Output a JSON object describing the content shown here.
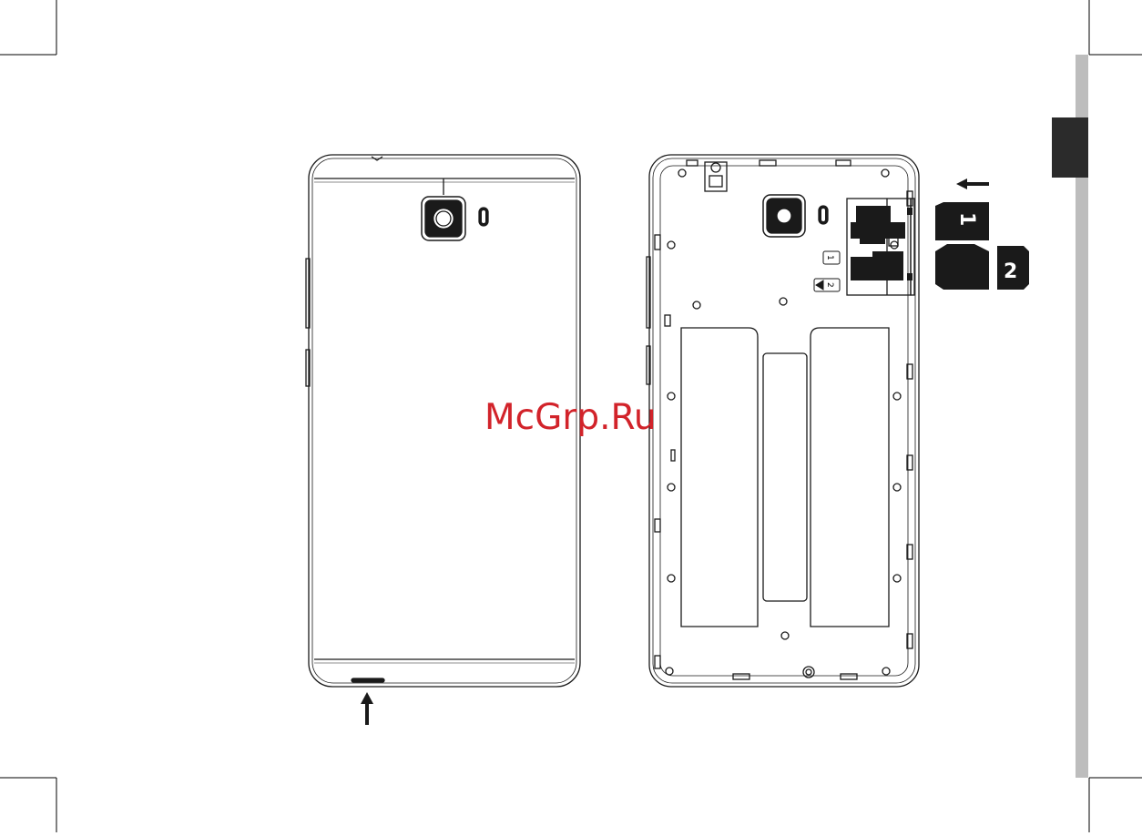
{
  "watermark": "McGrp.Ru",
  "sim_cards": [
    {
      "label": "1"
    },
    {
      "label": "2"
    }
  ],
  "slot_labels": [
    "1",
    "2"
  ],
  "colors": {
    "line": "#1a1a1a",
    "watermark": "#d2232a",
    "side_tab": "#2b2b2b",
    "side_bar": "#bdbdbd"
  }
}
